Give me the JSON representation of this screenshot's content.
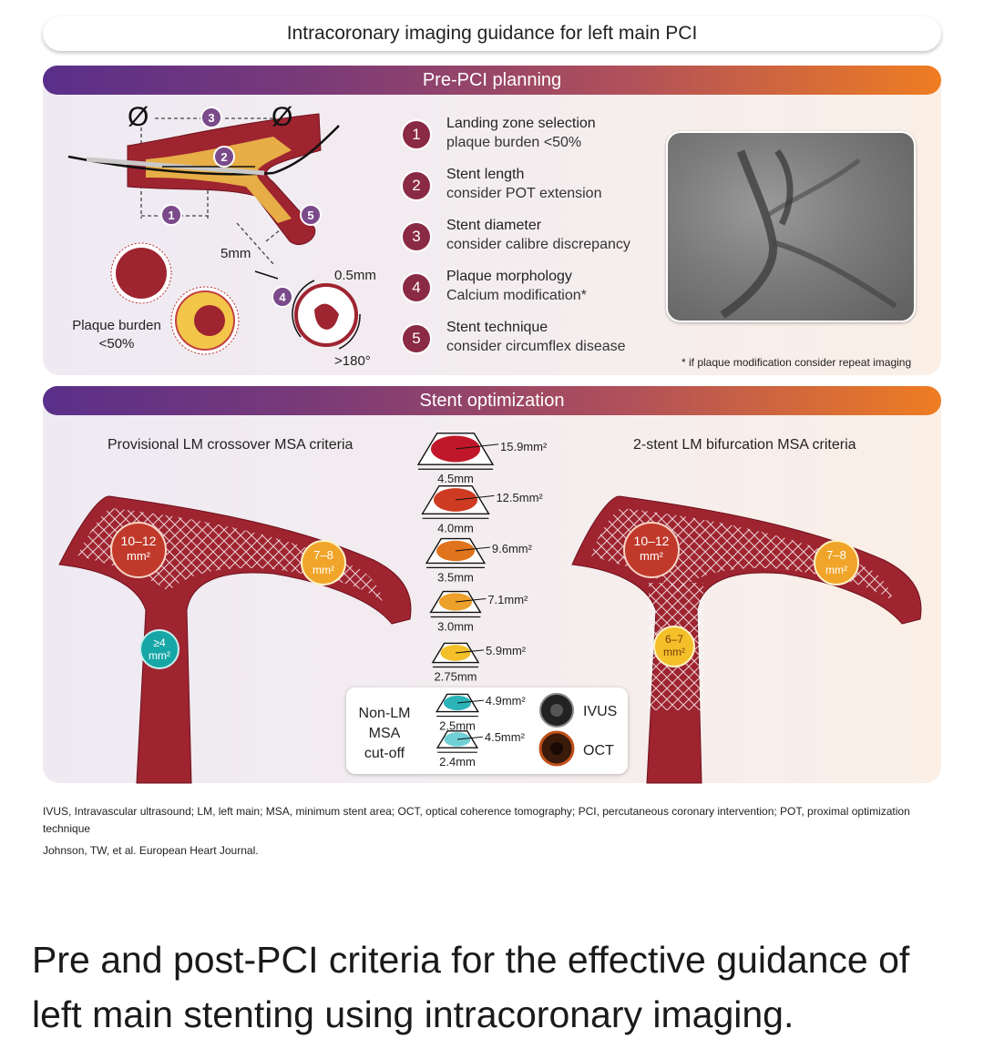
{
  "title": "Intracoronary imaging guidance for left main PCI",
  "sections": {
    "pre_pci": "Pre-PCI planning",
    "stent_opt": "Stent optimization"
  },
  "pre_pci": {
    "steps": [
      {
        "num": "1",
        "title": "Landing zone selection",
        "detail": "plaque burden <50%"
      },
      {
        "num": "2",
        "title": "Stent length",
        "detail": "consider POT extension"
      },
      {
        "num": "3",
        "title": "Stent diameter",
        "detail": "consider calibre discrepancy"
      },
      {
        "num": "4",
        "title": "Plaque morphology",
        "detail": "Calcium modification*"
      },
      {
        "num": "5",
        "title": "Stent technique",
        "detail": "consider circumflex disease"
      }
    ],
    "diagram": {
      "diameter_symbol": "Ø",
      "dist_5mm": "5mm",
      "thickness": "0.5mm",
      "arc": ">180°",
      "plaque_label_1": "Plaque burden",
      "plaque_label_2": "<50%",
      "markers": [
        "1",
        "2",
        "3",
        "4",
        "5"
      ]
    },
    "footnote": "* if plaque modification consider repeat imaging"
  },
  "stent_opt": {
    "left_title": "Provisional LM crossover MSA criteria",
    "right_title": "2-stent LM bifurcation MSA criteria",
    "left_vessel": {
      "lm": [
        "10–12",
        "mm²"
      ],
      "lad": [
        "7–8",
        "mm²"
      ],
      "lcx": [
        "≥4",
        "mm²"
      ]
    },
    "right_vessel": {
      "lm": [
        "10–12",
        "mm²"
      ],
      "lad": [
        "7–8",
        "mm²"
      ],
      "lcx": [
        "6–7",
        "mm²"
      ]
    },
    "sizes": [
      {
        "area": "15.9mm²",
        "diam": "4.5mm",
        "color": "#c0182a"
      },
      {
        "area": "12.5mm²",
        "diam": "4.0mm",
        "color": "#cf3b22"
      },
      {
        "area": "9.6mm²",
        "diam": "3.5mm",
        "color": "#e0741c"
      },
      {
        "area": "7.1mm²",
        "diam": "3.0mm",
        "color": "#eda02a"
      },
      {
        "area": "5.9mm²",
        "diam": "2.75mm",
        "color": "#f3c029"
      }
    ],
    "non_lm": {
      "label": [
        "Non-LM",
        "MSA",
        "cut-off"
      ],
      "sizes": [
        {
          "area": "4.9mm²",
          "diam": "2.5mm",
          "color": "#2bb3b8"
        },
        {
          "area": "4.5mm²",
          "diam": "2.4mm",
          "color": "#6fd0d6"
        }
      ],
      "ivus": "IVUS",
      "oct": "OCT"
    }
  },
  "abbreviations": "IVUS, Intravascular ultrasound; LM, left main; MSA, minimum stent area; OCT, optical coherence tomography; PCI, percutaneous coronary intervention; POT, proximal optimization technique",
  "reference": "Johnson, TW, et al. European Heart Journal.",
  "caption": "Pre and post-PCI criteria for the effective guidance of left main stenting using intracoronary imaging.",
  "colors": {
    "band_start": "#5a2f8a",
    "band_end": "#ef7d22",
    "vessel": "#9e2430",
    "marker_purple": "#7a4a8a",
    "step_badge": "#8a2a44"
  }
}
